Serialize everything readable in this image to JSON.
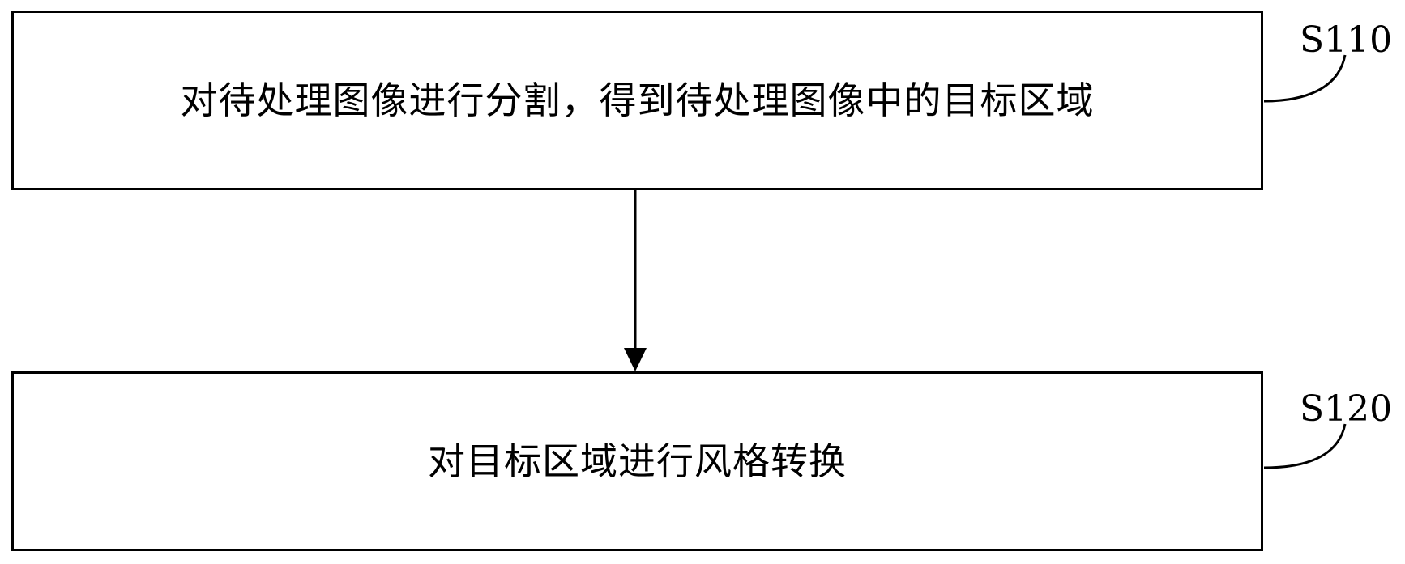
{
  "diagram": {
    "type": "flowchart",
    "steps": [
      {
        "id": "S110",
        "label": "S110",
        "text": "对待处理图像进行分割，得到待处理图像中的目标区域"
      },
      {
        "id": "S120",
        "label": "S120",
        "text": "对目标区域进行风格转换"
      }
    ],
    "edges": [
      {
        "from": "S110",
        "to": "S120"
      }
    ],
    "colors": {
      "stroke": "#000000",
      "background": "#ffffff"
    }
  }
}
